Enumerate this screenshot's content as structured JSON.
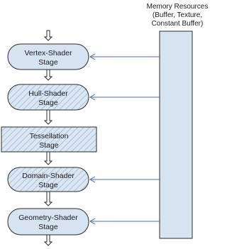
{
  "memory_resources": {
    "line1": "Memory Resources",
    "line2": "(Buffer, Texture,",
    "line3": "Constant Buffer)"
  },
  "stages": [
    {
      "line1": "Vertex-Shader",
      "line2": "Stage",
      "shape": "rounded",
      "fill": "solid"
    },
    {
      "line1": "Hull-Shader",
      "line2": "Stage",
      "shape": "rounded",
      "fill": "hatched"
    },
    {
      "line1": "Tessellation",
      "line2": "Stage",
      "shape": "rectangle",
      "fill": "hatched"
    },
    {
      "line1": "Domain-Shader",
      "line2": "Stage",
      "shape": "rounded",
      "fill": "hatched"
    },
    {
      "line1": "Geometry-Shader",
      "line2": "Stage",
      "shape": "rounded",
      "fill": "solid"
    }
  ],
  "colors": {
    "stage_fill": "#d6e4f2",
    "hatch_line": "#9fb8d6",
    "stroke": "#2b2b2b",
    "memory_fill": "#d6e4f2"
  }
}
